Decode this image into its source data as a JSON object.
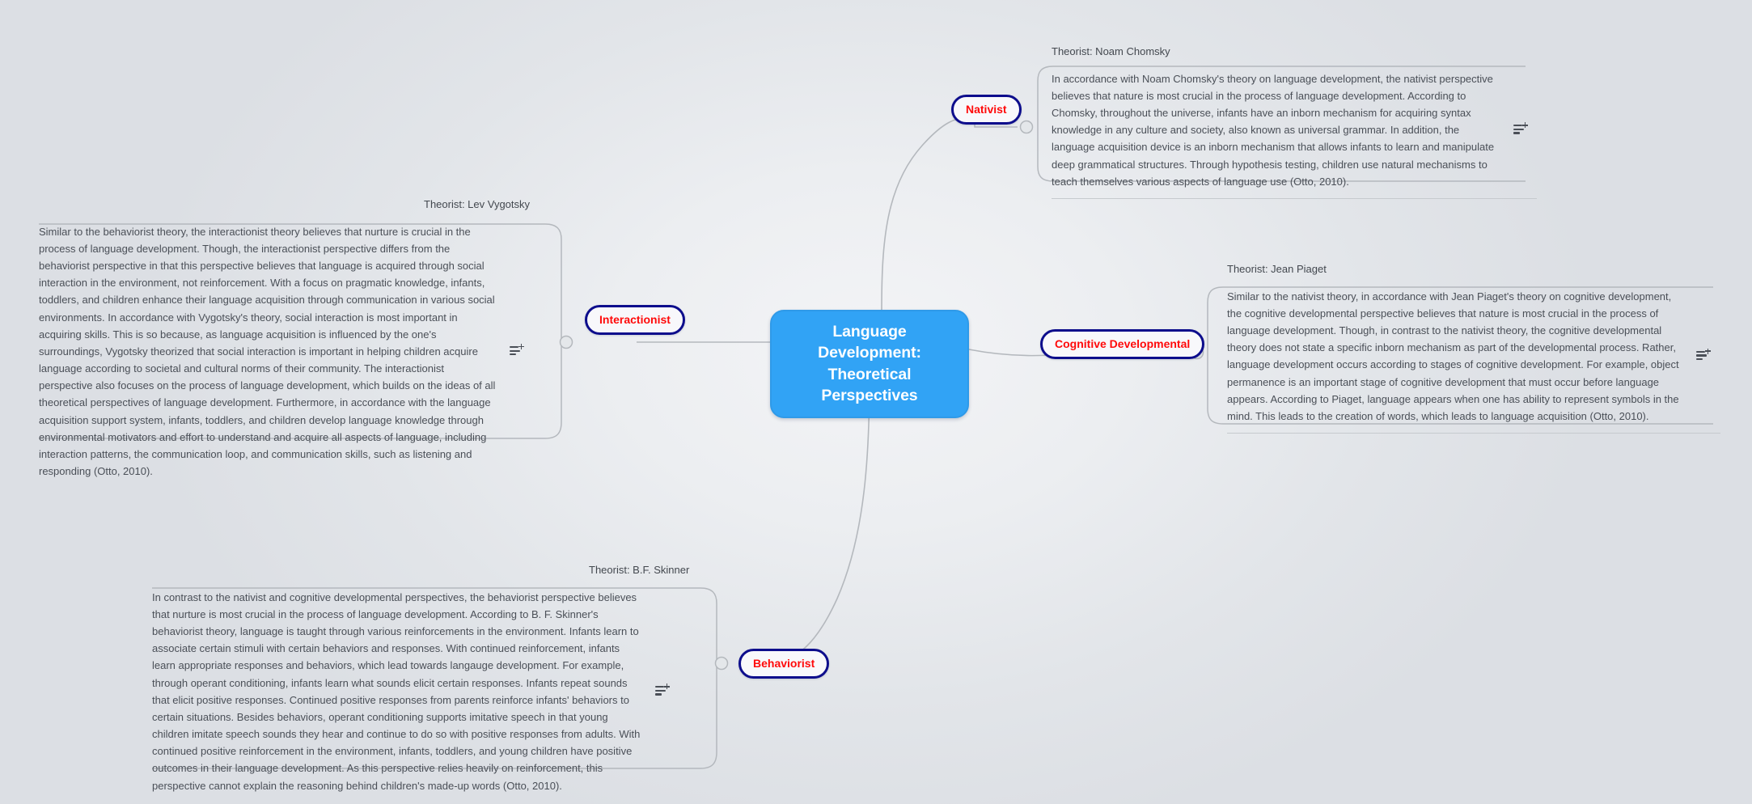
{
  "central": {
    "title_line1": "Language Development:",
    "title_line2": "Theoretical Perspectives",
    "color": "#31a3f5",
    "text_color": "#ffffff"
  },
  "style": {
    "branch_border_color": "#0d0d8c",
    "branch_text_color": "#ff0a0a",
    "branch_fill_color": "#f8f8fb",
    "note_text_color": "#4a4f57",
    "connector_color": "#b4b8bd",
    "background_color": "#e2e5e9"
  },
  "branches": [
    {
      "id": "nativist",
      "label": "Nativist",
      "theorist_label": "Theorist: Noam Chomsky",
      "icon": "add-note-icon",
      "body": "In accordance with Noam Chomsky's theory on language development, the nativist perspective believes that nature is most crucial in the process of language development. According to Chomsky, throughout the universe, infants have an inborn mechanism for acquiring syntax knowledge in any culture and society, also known as universal grammar. In addition, the language acquisition device is an inborn mechanism that allows infants to learn and manipulate deep grammatical structures. Through hypothesis testing, children use natural mechanisms to teach themselves various aspects of language use (Otto, 2010)."
    },
    {
      "id": "interactionist",
      "label": "Interactionist",
      "theorist_label": "Theorist: Lev Vygotsky",
      "icon": "add-note-icon",
      "body": "Similar to the behaviorist theory, the interactionist theory believes that nurture is crucial in the process of language development. Though, the interactionist perspective differs from the behaviorist perspective in that this perspective believes that language is acquired through social interaction in the environment, not reinforcement. With a focus on pragmatic knowledge, infants, toddlers, and children enhance their language acquisition through communication in various social environments. In accordance with Vygotsky's theory, social interaction is most important in acquiring skills. This is so because, as language acquisition is influenced by the one's surroundings, Vygotsky theorized that social interaction is important in helping children acquire language according to societal and cultural norms of their community. The interactionist perspective also focuses on the process of language development, which builds on the ideas of all theoretical perspectives of language development. Furthermore, in accordance with the language acquisition support system, infants, toddlers, and children develop language knowledge through environmental motivators and effort to understand and acquire all aspects of language, including interaction patterns, the communication loop, and communication skills, such as listening and responding (Otto, 2010)."
    },
    {
      "id": "cognitive-developmental",
      "label": "Cognitive Developmental",
      "theorist_label": "Theorist: Jean Piaget",
      "icon": "add-note-icon",
      "body": "Similar to the nativist theory, in accordance with Jean Piaget's theory on cognitive development, the cognitive developmental perspective believes that nature is most crucial in the process of language development. Though, in contrast to the nativist theory, the cognitive developmental theory does not state a specific inborn mechanism as part of the developmental process. Rather, language development occurs according to stages of cognitive development. For example, object permanence is an important stage of cognitive development that must occur before language appears. According to Piaget, language appears when one has ability to represent symbols in the mind. This leads to the creation of words, which leads to language acquisition (Otto, 2010)."
    },
    {
      "id": "behaviorist",
      "label": "Behaviorist",
      "theorist_label": "Theorist: B.F. Skinner",
      "icon": "add-note-icon",
      "body": "In contrast to the nativist and cognitive developmental perspectives, the behaviorist perspective believes that nurture is most crucial in the process of language development. According to B. F. Skinner's behaviorist theory, language is taught through various reinforcements in the environment. Infants learn to associate certain stimuli with certain behaviors and responses. With continued reinforcement, infants learn appropriate responses and behaviors, which lead towards langauge development. For example, through operant conditioning, infants learn what sounds elicit certain responses. Infants repeat sounds that elicit positive responses. Continued positive responses from parents reinforce infants' behaviors to certain situations. Besides behaviors, operant conditioning supports imitative speech in that young children imitate speech sounds they hear and continue to do so with positive responses from adults. With continued positive reinforcement in the environment, infants, toddlers, and young children have positive outcomes in their language development. As this perspective relies heavily on reinforcement, this perspective cannot explain the reasoning behind children's made-up words (Otto, 2010)."
    }
  ]
}
